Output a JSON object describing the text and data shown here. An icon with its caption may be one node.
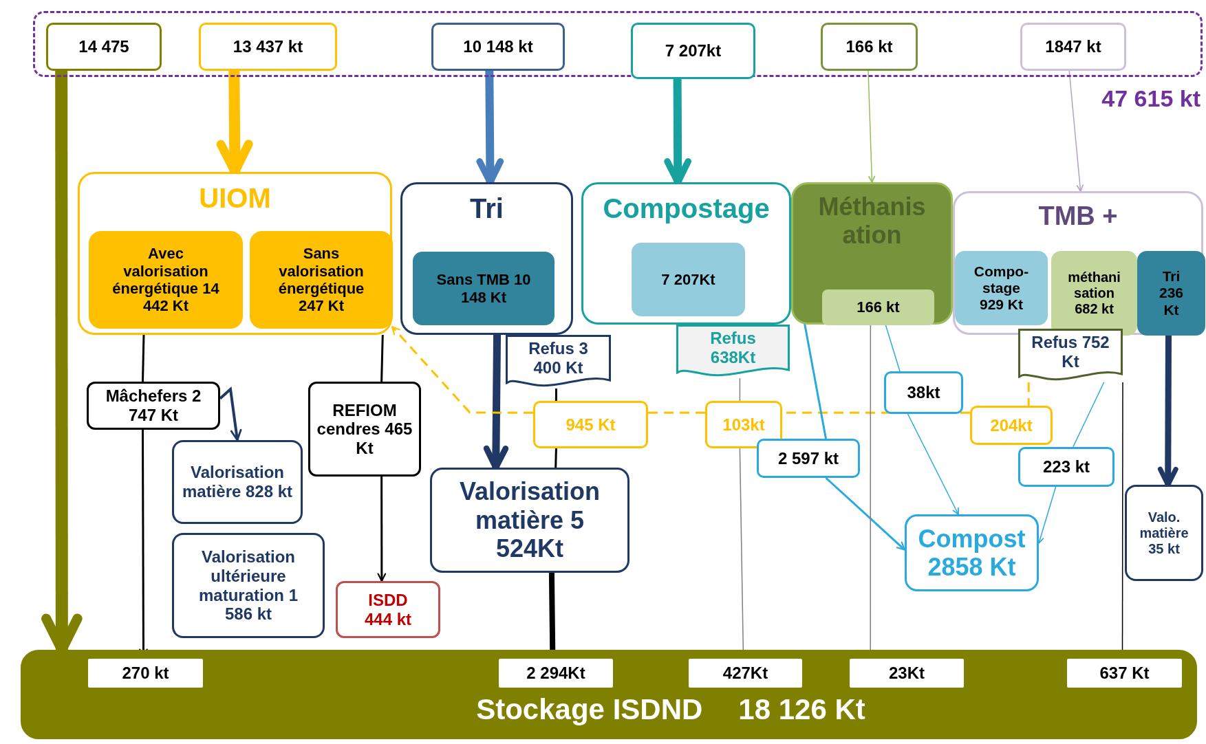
{
  "diagram": {
    "nodes": [
      {
        "text": [],
        "shape": "box",
        "beside": [
          "47 615 kt"
        ]
      },
      {
        "text": [
          "14 475"
        ],
        "in": 0
      },
      {
        "text": [
          "13 437 kt"
        ],
        "in": 0
      },
      {
        "text": [
          "10 148 kt"
        ],
        "in": 0
      },
      {
        "text": [
          "7 207kt"
        ],
        "in": 0
      },
      {
        "text": [
          "166 kt"
        ],
        "in": 0
      },
      {
        "text": [
          "1847 kt"
        ],
        "in": 0
      },
      {
        "text": [
          "UIOM"
        ]
      },
      {
        "text": [
          "Avec valorisation énergétique 14 442 Kt"
        ],
        "in": 7
      },
      {
        "text": [
          "Sans valorisation énergétique 247 Kt"
        ],
        "in": 7
      },
      {
        "text": [
          "Tri"
        ]
      },
      {
        "text": [
          "Sans TMB 10 148 Kt"
        ],
        "in": 10
      },
      {
        "text": [
          "Compostage"
        ]
      },
      {
        "text": [
          "7 207Kt"
        ],
        "in": 12
      },
      {
        "text": [
          "Méthanis ation"
        ]
      },
      {
        "text": [
          "166 kt"
        ],
        "in": 14
      },
      {
        "text": [
          "TMB +"
        ]
      },
      {
        "text": [
          "Compo- stage 929 Kt"
        ],
        "in": 16
      },
      {
        "text": [
          "méthani sation 682 kt"
        ],
        "in": 16
      },
      {
        "text": [
          "Tri 236 Kt"
        ],
        "in": 16
      },
      {
        "text": [
          "Refus 3 400 Kt"
        ]
      },
      {
        "text": [
          "Refus 638Kt"
        ]
      },
      {
        "text": [
          "Refus 752 Kt"
        ]
      },
      {
        "text": [
          "Mâchefers 2 747 Kt"
        ]
      },
      {
        "text": [
          "REFIOM cendres 465 Kt"
        ]
      },
      {
        "text": [
          "Valorisation matière 828 kt"
        ]
      },
      {
        "text": [
          "Valorisation ultérieure maturation 1 586 kt"
        ]
      },
      {
        "text": [
          "ISDD 444 kt"
        ]
      },
      {
        "text": [
          "945 Kt"
        ]
      },
      {
        "text": [
          "103kt"
        ]
      },
      {
        "text": [
          "38kt"
        ]
      },
      {
        "text": [
          "204kt"
        ]
      },
      {
        "text": [
          "2 597 kt"
        ]
      },
      {
        "text": [
          "223 kt"
        ]
      },
      {
        "text": [
          "Valorisation matière 5 524Kt"
        ]
      },
      {
        "text": [
          "Compost 2858 Kt"
        ]
      },
      {
        "text": [
          "Valo. matière 35 kt"
        ]
      },
      {
        "text": [
          "Stockage ISDND",
          "18 126 Kt"
        ]
      },
      {
        "text": [
          "270 kt"
        ],
        "in": 37
      },
      {
        "text": [
          "2 294Kt"
        ],
        "in": 37
      },
      {
        "text": [
          "427Kt"
        ],
        "in": 37
      },
      {
        "text": [
          "23Kt"
        ],
        "in": 37
      },
      {
        "text": [
          "637 Kt"
        ],
        "in": 37
      }
    ],
    "edges": [
      {
        "from": 1,
        "to": 37,
        "arrow": "to",
        "style": "thick",
        "color": "#7f7f00"
      },
      {
        "from": 2,
        "to": 7,
        "arrow": "to",
        "style": "thick",
        "color": "#ffc000"
      },
      {
        "from": 3,
        "to": 10,
        "arrow": "to",
        "style": "thick",
        "color": "#4a7ebb"
      },
      {
        "from": 4,
        "to": 12,
        "arrow": "to",
        "style": "thick",
        "color": "#17a2a0"
      },
      {
        "from": 5,
        "to": 14,
        "arrow": "to",
        "color": "#9bbb59"
      },
      {
        "from": 6,
        "to": 16,
        "arrow": "to",
        "color": "#b3a2c7"
      },
      {
        "from": 7,
        "to": 23,
        "arrow": "none"
      },
      {
        "from": 23,
        "to": 38,
        "arrow": "to"
      },
      {
        "from": 23,
        "to": 25,
        "arrow": "to",
        "color": "#1f3864"
      },
      {
        "from": 7,
        "to": 24,
        "arrow": "none"
      },
      {
        "from": 24,
        "to": 27,
        "arrow": "to"
      },
      {
        "from": 10,
        "to": 34,
        "arrow": "to",
        "style": "thick",
        "color": "#1f3864"
      },
      {
        "from": 20,
        "to": 28,
        "arrow": "none"
      },
      {
        "from": 28,
        "to": 34,
        "arrow": "none"
      },
      {
        "from": 34,
        "to": 39,
        "arrow": "none",
        "style": "thick"
      },
      {
        "from": 22,
        "to": 31,
        "arrow": "none",
        "style": "dashed",
        "color": "#ffc000"
      },
      {
        "from": 31,
        "to": 29,
        "arrow": "none",
        "style": "dashed",
        "color": "#ffc000"
      },
      {
        "from": 29,
        "to": 28,
        "arrow": "none",
        "style": "dashed",
        "color": "#ffc000"
      },
      {
        "from": 28,
        "to": 7,
        "arrow": "to",
        "style": "dashed",
        "color": "#ffc000"
      },
      {
        "from": 21,
        "to": 29,
        "arrow": "none",
        "color": "#7f7f7f"
      },
      {
        "from": 29,
        "to": 40,
        "arrow": "to",
        "color": "#7f7f7f"
      },
      {
        "from": 12,
        "to": 32,
        "arrow": "none",
        "color": "#29a9e0"
      },
      {
        "from": 32,
        "to": 35,
        "arrow": "to",
        "color": "#29a9e0"
      },
      {
        "from": 15,
        "to": 30,
        "arrow": "none",
        "color": "#29a9e0"
      },
      {
        "from": 30,
        "to": 35,
        "arrow": "to",
        "color": "#29a9e0"
      },
      {
        "from": 15,
        "to": 41,
        "arrow": "none",
        "color": "#7f7f7f"
      },
      {
        "from": 22,
        "to": 33,
        "arrow": "none",
        "color": "#29a9e0"
      },
      {
        "from": 33,
        "to": 35,
        "arrow": "to",
        "color": "#29a9e0"
      },
      {
        "from": 22,
        "to": 42,
        "arrow": "to"
      },
      {
        "from": 19,
        "to": 36,
        "arrow": "to",
        "style": "thick",
        "color": "#1f3864"
      }
    ]
  }
}
